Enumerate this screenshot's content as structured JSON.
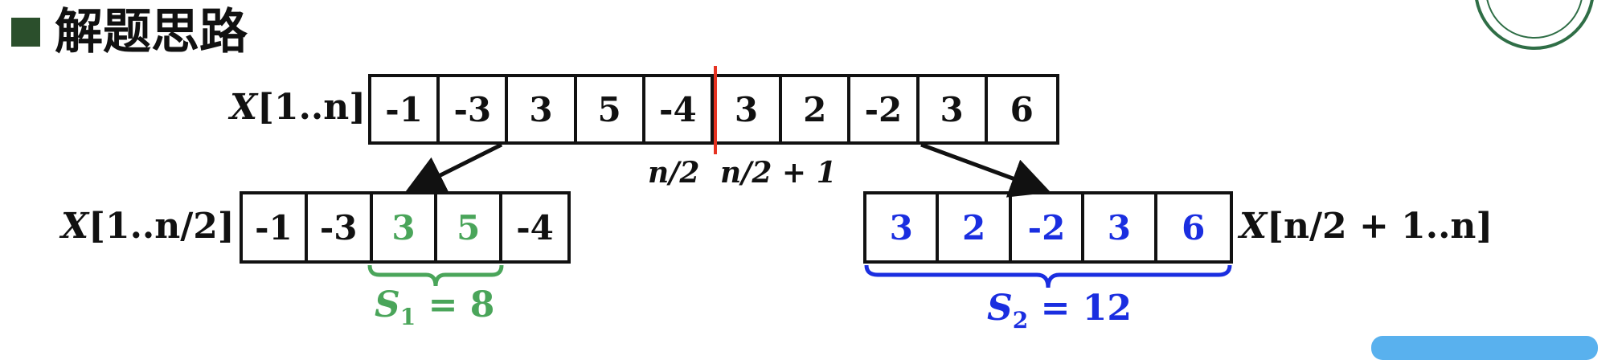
{
  "header": {
    "title": "解题思路"
  },
  "top_array": {
    "label_x": "X",
    "label_range": "[1..n]",
    "values": [
      "-1",
      "-3",
      "3",
      "5",
      "-4",
      "3",
      "2",
      "-2",
      "3",
      "6"
    ]
  },
  "split": {
    "left_tick": "n/2",
    "right_tick": "n/2 + 1"
  },
  "left_array": {
    "label_x": "X",
    "label_range": "[1..n/2]",
    "values": [
      "-1",
      "-3",
      "3",
      "5",
      "-4"
    ],
    "highlight_indices": [
      2,
      3
    ],
    "sum_label": "S",
    "sum_sub": "1",
    "sum_value": "= 8",
    "color": "#4aa55a"
  },
  "right_array": {
    "label_x": "X",
    "label_range": "[n/2 + 1..n]",
    "values": [
      "3",
      "2",
      "-2",
      "3",
      "6"
    ],
    "sum_label": "S",
    "sum_sub": "2",
    "sum_value": "= 12",
    "color": "#1a2ee0"
  }
}
